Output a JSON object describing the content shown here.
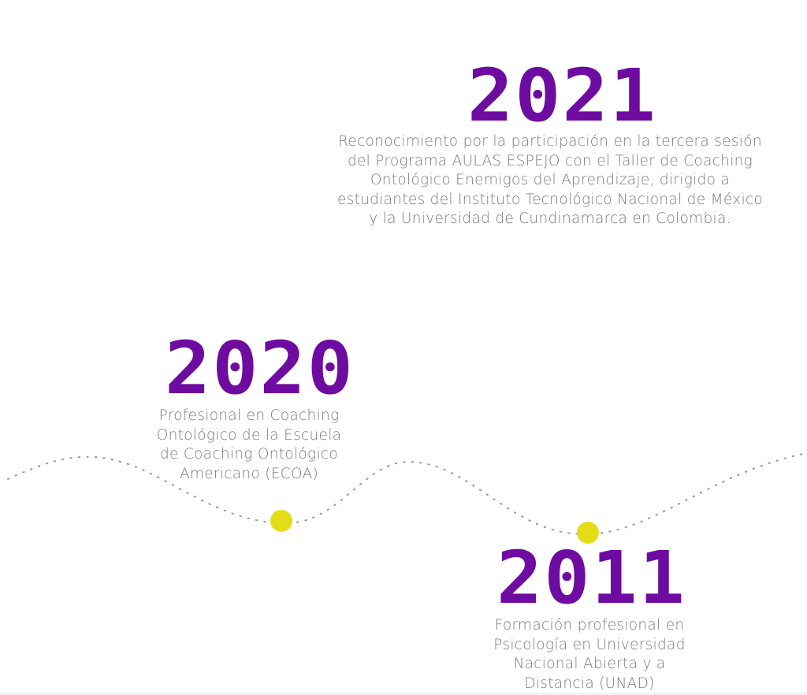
{
  "timeline": [
    {
      "year": "2021",
      "description": [
        "Reconocimiento por la participación en la tercera sesión",
        "del Programa AULAS ESPEJO con el Taller de Coaching",
        "Ontológico Enemigos del Aprendizaje, dirigido a",
        "estudiantes del Instituto Tecnológico Nacional de México",
        "y la Universidad de Cundinamarca en Colombia."
      ]
    },
    {
      "year": "2020",
      "description": [
        "Profesional en Coaching",
        "Ontológico de la Escuela",
        "de Coaching Ontológico",
        "Americano (ECOA)"
      ]
    },
    {
      "year": "2011",
      "description": [
        "Formación profesional en",
        "Psicología en Universidad",
        "Nacional Abierta y a",
        "Distancia (UNAD)"
      ]
    }
  ],
  "colors": {
    "accent": "#6e0ba0",
    "dot": "#e5dc18",
    "text": "#7a7a7a"
  }
}
